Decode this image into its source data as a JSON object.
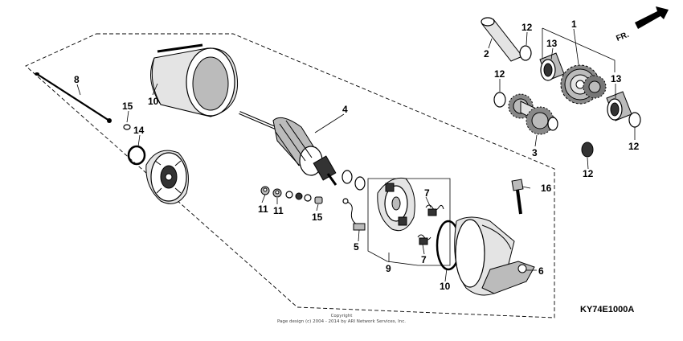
{
  "callouts": {
    "c1": "1",
    "c2": "2",
    "c3": "3",
    "c4": "4",
    "c5": "5",
    "c6": "6",
    "c7a": "7",
    "c7b": "7",
    "c8": "8",
    "c9": "9",
    "c10a": "10",
    "c10b": "10",
    "c11a": "11",
    "c11b": "11",
    "c12a": "12",
    "c12b": "12",
    "c12c": "12",
    "c12d": "12",
    "c13a": "13",
    "c13b": "13",
    "c14": "14",
    "c15a": "15",
    "c15b": "15",
    "c16": "16"
  },
  "direction_label": "FR.",
  "part_code": "KY74E1000A",
  "copyright_line1": "Copyright",
  "copyright_line2": "Page design (c) 2004 - 2014 by ARI Network Services, Inc."
}
